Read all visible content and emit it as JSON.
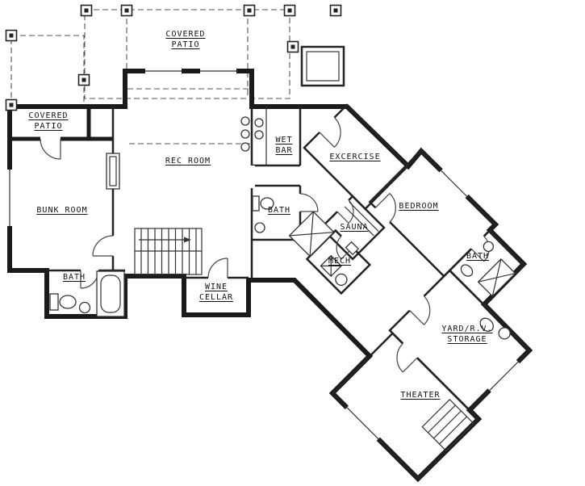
{
  "meta": {
    "drawing_type": "basement floor plan",
    "background_color": "#ffffff",
    "ink_color": "#1b1b1b"
  },
  "rooms": {
    "covered_patio_top": {
      "line1": "COVERED",
      "line2": "PATIO"
    },
    "covered_patio_left": {
      "line1": "COVERED",
      "line2": "PATIO"
    },
    "rec_room": {
      "line1": "REC ROOM"
    },
    "wet_bar": {
      "line1": "WET",
      "line2": "BAR"
    },
    "exercise": {
      "line1": "EXCERCISE"
    },
    "bedroom": {
      "line1": "BEDROOM"
    },
    "bunk_room": {
      "line1": "BUNK ROOM"
    },
    "bath_center": {
      "line1": "BATH"
    },
    "sauna": {
      "line1": "SAUNA"
    },
    "mech": {
      "line1": "MECH"
    },
    "bath_right": {
      "line1": "BATH"
    },
    "bath_left": {
      "line1": "BATH"
    },
    "wine_cellar": {
      "line1": "WINE",
      "line2": "CELLAR"
    },
    "yard_rv_storage": {
      "line1": "YARD/R.V.",
      "line2": "STORAGE"
    },
    "theater": {
      "line1": "THEATER"
    }
  }
}
